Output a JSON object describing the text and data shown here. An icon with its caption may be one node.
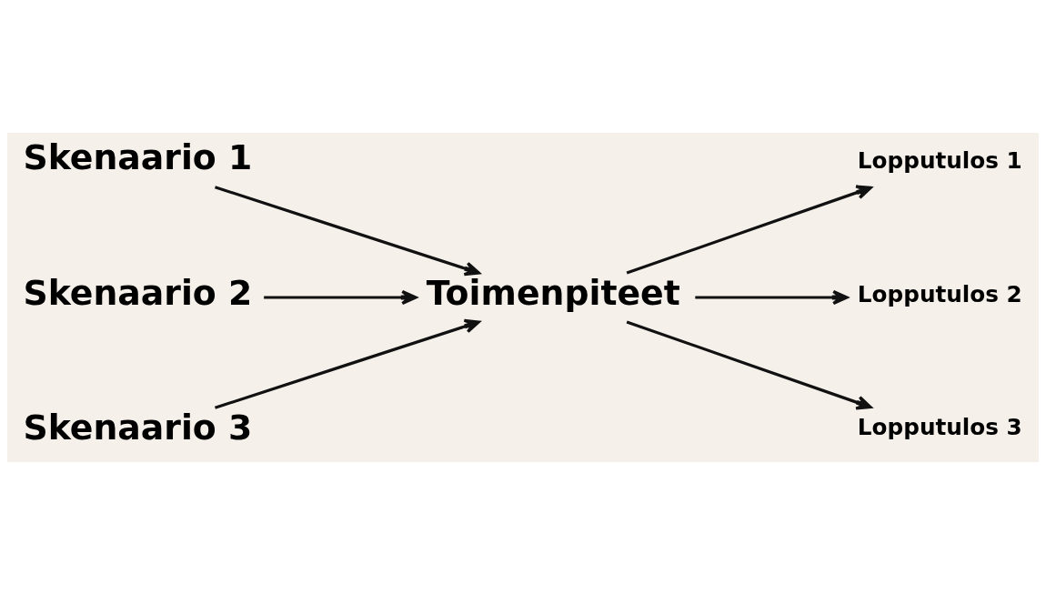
{
  "diagram": {
    "nodes": [
      {
        "text": [
          "Skenaario 1"
        ]
      },
      {
        "text": [
          "Skenaario 2"
        ]
      },
      {
        "text": [
          "Skenaario 3"
        ]
      },
      {
        "text": [
          "Toimenpiteet"
        ]
      },
      {
        "text": [
          "Lopputulos 1"
        ]
      },
      {
        "text": [
          "Lopputulos 2"
        ]
      },
      {
        "text": [
          "Lopputulos 3"
        ]
      }
    ],
    "edges": [
      {
        "from": 0,
        "to": 3,
        "arrow": "to"
      },
      {
        "from": 1,
        "to": 3,
        "arrow": "to"
      },
      {
        "from": 2,
        "to": 3,
        "arrow": "to"
      },
      {
        "from": 3,
        "to": 4,
        "arrow": "to"
      },
      {
        "from": 3,
        "to": 5,
        "arrow": "to"
      },
      {
        "from": 3,
        "to": 6,
        "arrow": "to"
      }
    ]
  }
}
